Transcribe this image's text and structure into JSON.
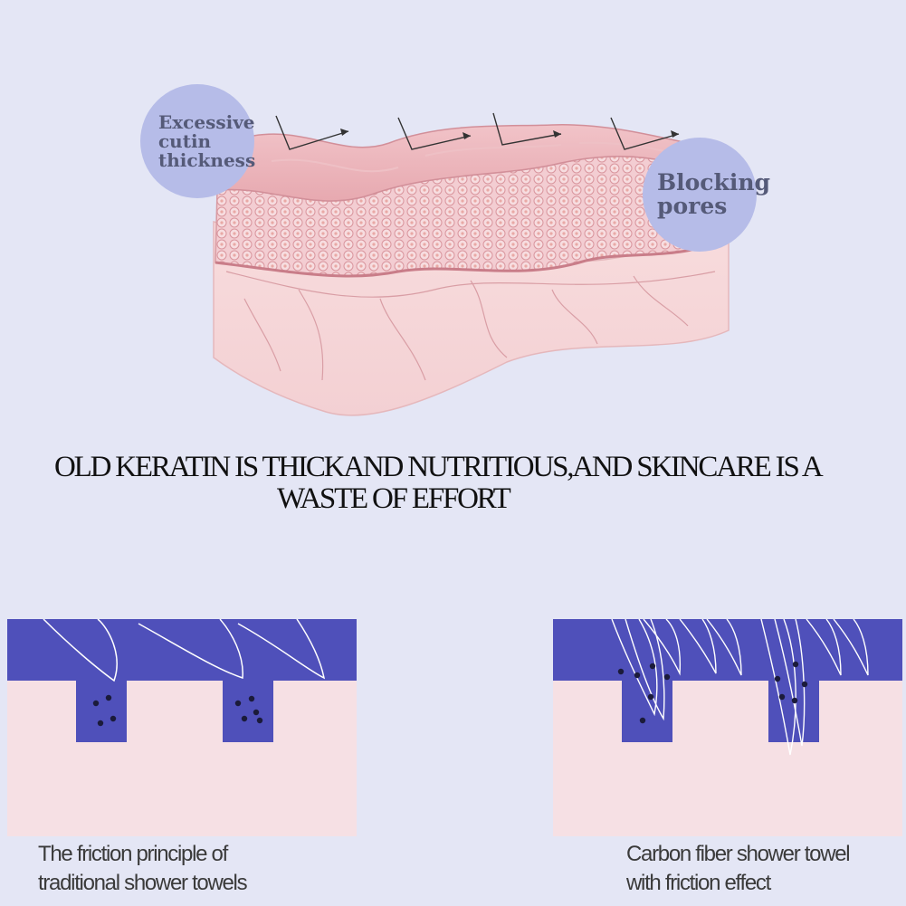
{
  "callouts": {
    "left": [
      "Excessive",
      "cutin",
      "thickness"
    ],
    "right": [
      "Blocking",
      "pores"
    ]
  },
  "headline": {
    "line1": "OLD KERATIN IS THICKAND NUTRITIOUS,AND SKINCARE IS A",
    "line2": "WASTE OF EFFORT"
  },
  "panels": {
    "left": {
      "caption": [
        "The friction principle of",
        "traditional shower towels"
      ]
    },
    "right": {
      "caption": [
        "Carbon fiber shower towel",
        "with friction effect"
      ]
    }
  },
  "colors": {
    "background": "#e4e6f5",
    "towel_blue": "#4f50ba",
    "skin_pink": "#f6e0e4",
    "bubble": "#b6bce8",
    "dirt": "#1b1b3a"
  }
}
